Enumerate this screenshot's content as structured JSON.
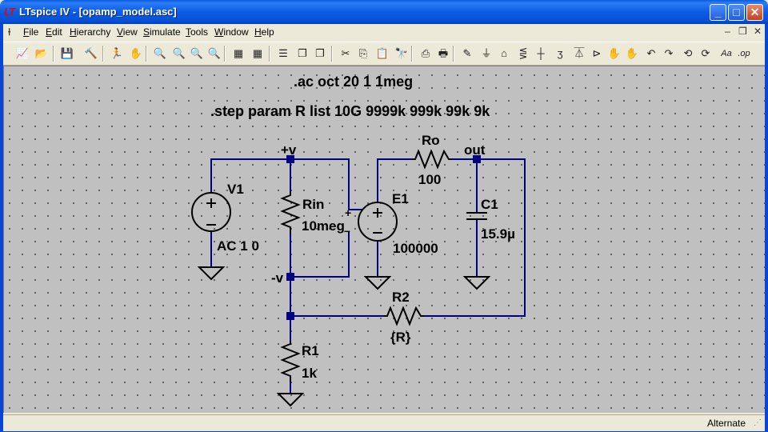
{
  "window": {
    "title": "LTspice IV - [opamp_model.asc]",
    "app_icon": "LT"
  },
  "menu": [
    "File",
    "Edit",
    "Hierarchy",
    "View",
    "Simulate",
    "Tools",
    "Window",
    "Help"
  ],
  "mdi_controls": {
    "minimize": "–",
    "restore": "❐",
    "close": "✕"
  },
  "window_controls": {
    "minimize": "_",
    "maximize": "□",
    "close": "✕"
  },
  "toolbar": [
    {
      "name": "new-schematic-icon",
      "glyph": "📈"
    },
    {
      "name": "open-icon",
      "glyph": "📂"
    },
    {
      "name": "save-icon",
      "glyph": "💾"
    },
    {
      "name": "control-panel-icon",
      "glyph": "🔨"
    },
    {
      "name": "run-icon",
      "glyph": "🏃"
    },
    {
      "name": "halt-icon",
      "glyph": "✋"
    },
    {
      "name": "zoom-in-icon",
      "glyph": "🔍"
    },
    {
      "name": "pan-icon",
      "glyph": "🔍"
    },
    {
      "name": "zoom-out-icon",
      "glyph": "🔍"
    },
    {
      "name": "zoom-fit-icon",
      "glyph": "🔍"
    },
    {
      "name": "autorange-icon",
      "glyph": "▦"
    },
    {
      "name": "delete-traces-icon",
      "glyph": "▦"
    },
    {
      "name": "tile-vertical-icon",
      "glyph": "☰"
    },
    {
      "name": "cascade-icon",
      "glyph": "❐"
    },
    {
      "name": "tile-horizontal-icon",
      "glyph": "❐"
    },
    {
      "name": "cut-icon",
      "glyph": "✂"
    },
    {
      "name": "copy-icon",
      "glyph": "⎘"
    },
    {
      "name": "paste-icon",
      "glyph": "📋"
    },
    {
      "name": "find-icon",
      "glyph": "🔭"
    },
    {
      "name": "print-setup-icon",
      "glyph": "⎙"
    },
    {
      "name": "print-icon",
      "glyph": "🖶"
    },
    {
      "name": "draw-wire-icon",
      "glyph": "✎"
    },
    {
      "name": "ground-icon",
      "glyph": "⏚"
    },
    {
      "name": "label-net-icon",
      "glyph": "⌂"
    },
    {
      "name": "resistor-icon",
      "glyph": "⋚"
    },
    {
      "name": "capacitor-icon",
      "glyph": "┼"
    },
    {
      "name": "inductor-icon",
      "glyph": "ʒ"
    },
    {
      "name": "diode-icon",
      "glyph": "⏄"
    },
    {
      "name": "component-icon",
      "glyph": "⊳"
    },
    {
      "name": "move-icon",
      "glyph": "✋"
    },
    {
      "name": "drag-icon",
      "glyph": "✋"
    },
    {
      "name": "undo-icon",
      "glyph": "↶"
    },
    {
      "name": "redo-icon",
      "glyph": "↷"
    },
    {
      "name": "rotate-icon",
      "glyph": "⟲"
    },
    {
      "name": "mirror-icon",
      "glyph": "⟳"
    },
    {
      "name": "text-icon",
      "glyph": "Aa"
    },
    {
      "name": "spice-directive-icon",
      "glyph": ".op"
    }
  ],
  "schematic": {
    "directives": [
      ".ac oct 20 1 1meg",
      ".step param R list 10G 9999k 999k 99k 9k"
    ],
    "components": {
      "V1": {
        "name": "V1",
        "value": "AC 1 0"
      },
      "Rin": {
        "name": "Rin",
        "value": "10meg"
      },
      "E1": {
        "name": "E1",
        "value": "100000"
      },
      "Ro": {
        "name": "Ro",
        "value": "100"
      },
      "C1": {
        "name": "C1",
        "value": "15.9µ"
      },
      "R2": {
        "name": "R2",
        "value": "{R}"
      },
      "R1": {
        "name": "R1",
        "value": "1k"
      }
    },
    "nets": {
      "plus": "+v",
      "minus": "-v",
      "out": "out"
    },
    "pin_marks": {
      "plus": "+",
      "minus": "–"
    }
  },
  "status": {
    "text": "Alternate",
    "grip": "⋰"
  }
}
